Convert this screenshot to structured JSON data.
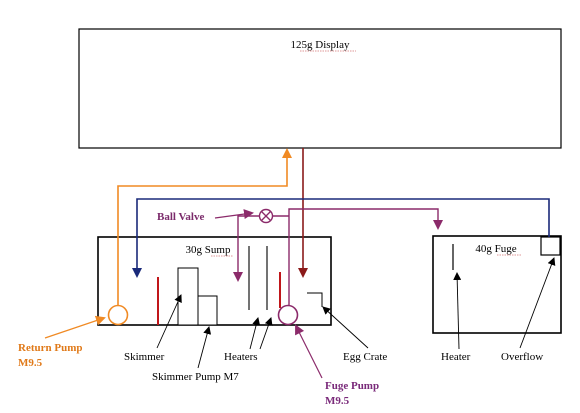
{
  "colors": {
    "return_line": "#f08a24",
    "return_label": "#e07a1a",
    "fuge_line": "#8b2a6a",
    "fuge_label": "#7a2a7a",
    "display_drain": "#8b1a1a",
    "blue_line": "#1a2a7a",
    "red_accent": "#c0161a",
    "ball_valve_label": "#7a2a6a"
  },
  "labels": {
    "display": "125g Display",
    "sump": "30g Sump",
    "fuge": "40g Fuge",
    "ball_valve": "Ball Valve",
    "return_pump_line1": "Return Pump",
    "return_pump_line2": "M9.5",
    "skimmer": "Skimmer",
    "skimmer_pump": "Skimmer Pump M7",
    "heaters": "Heaters",
    "egg_crate": "Egg Crate",
    "heater": "Heater",
    "overflow": "Overflow",
    "fuge_pump_line1": "Fuge Pump",
    "fuge_pump_line2": "M9.5"
  }
}
